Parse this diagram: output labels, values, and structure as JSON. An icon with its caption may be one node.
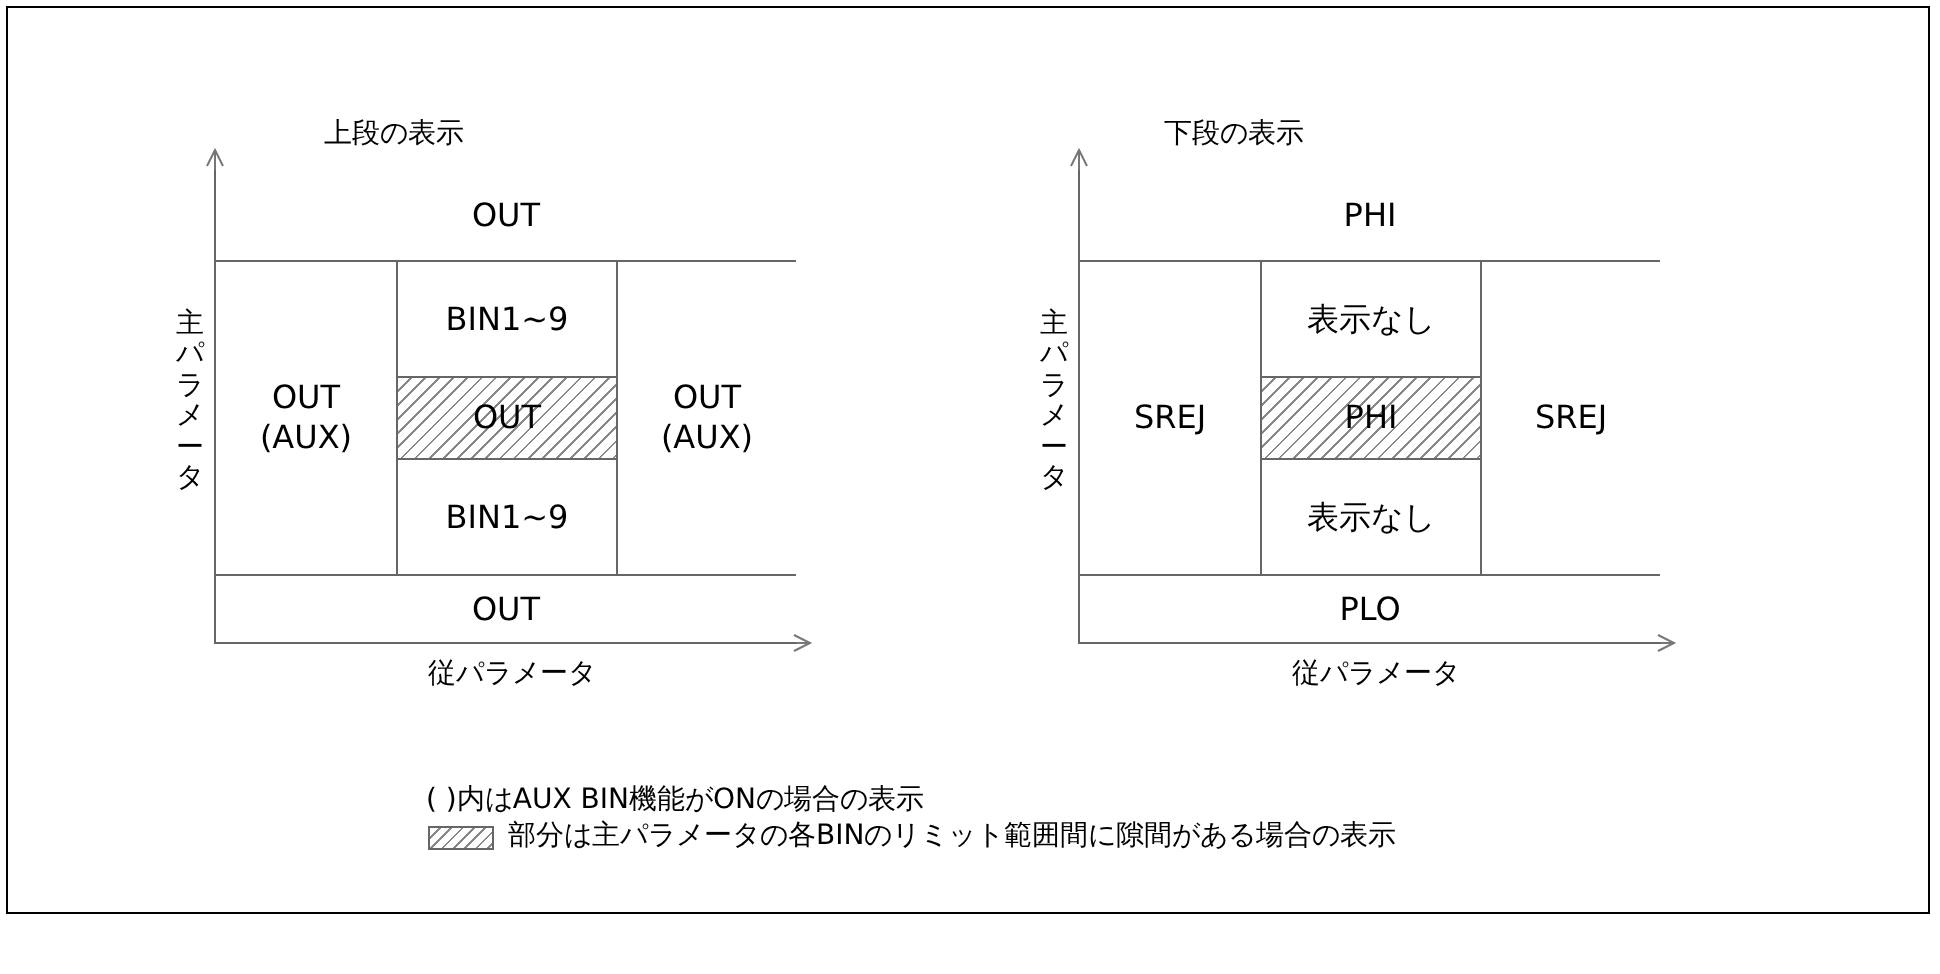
{
  "diagram": {
    "nodes": [
      {
        "text": [
          "OUT"
        ]
      },
      {
        "text": [
          "OUT (AUX)"
        ]
      },
      {
        "text": [
          "BIN1~9"
        ]
      },
      {
        "text": [
          "OUT"
        ]
      },
      {
        "text": [
          "BIN1~9"
        ]
      },
      {
        "text": [
          "OUT (AUX)"
        ]
      },
      {
        "text": [
          "OUT"
        ]
      },
      {
        "text": [
          "PHI"
        ]
      },
      {
        "text": [
          "SREJ"
        ]
      },
      {
        "text": [
          "表示なし"
        ]
      },
      {
        "text": [
          "PHI"
        ]
      },
      {
        "text": [
          "表示なし"
        ]
      },
      {
        "text": [
          "SREJ"
        ]
      },
      {
        "text": [
          "PLO"
        ]
      }
    ],
    "labels": [
      "上段の表示",
      "主パラメータ",
      "従パラメータ",
      "下段の表示",
      "主パラメータ",
      "従パラメータ",
      "( )内はAUX BIN機能がONの場合の表示"
    ],
    "legend": [
      {
        "text": "部分は主パラメータの各BINのリミット範囲間に隙間がある場合の表示"
      }
    ]
  }
}
